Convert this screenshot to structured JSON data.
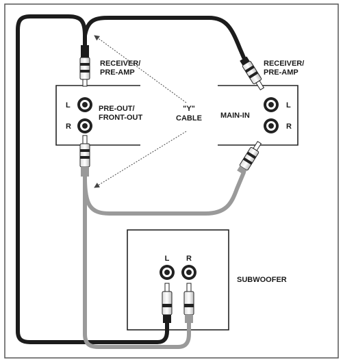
{
  "labels": {
    "receiver_left_1": "RECEIVER/",
    "receiver_left_2": "PRE-AMP",
    "receiver_right_1": "RECEIVER/",
    "receiver_right_2": "PRE-AMP",
    "left_channel": "L",
    "right_channel": "R",
    "preout_1": "PRE-OUT/",
    "preout_2": "FRONT-OUT",
    "y_cable_1": "\"Y\"",
    "y_cable_2": "CABLE",
    "main_in": "MAIN-IN",
    "main_l": "L",
    "main_r": "R",
    "sub_l": "L",
    "sub_r": "R",
    "subwoofer": "SUBWOOFER"
  },
  "colors": {
    "black_cable": "#1c1c1c",
    "gray_cable": "#9a9a9a",
    "outline": "#222222"
  }
}
